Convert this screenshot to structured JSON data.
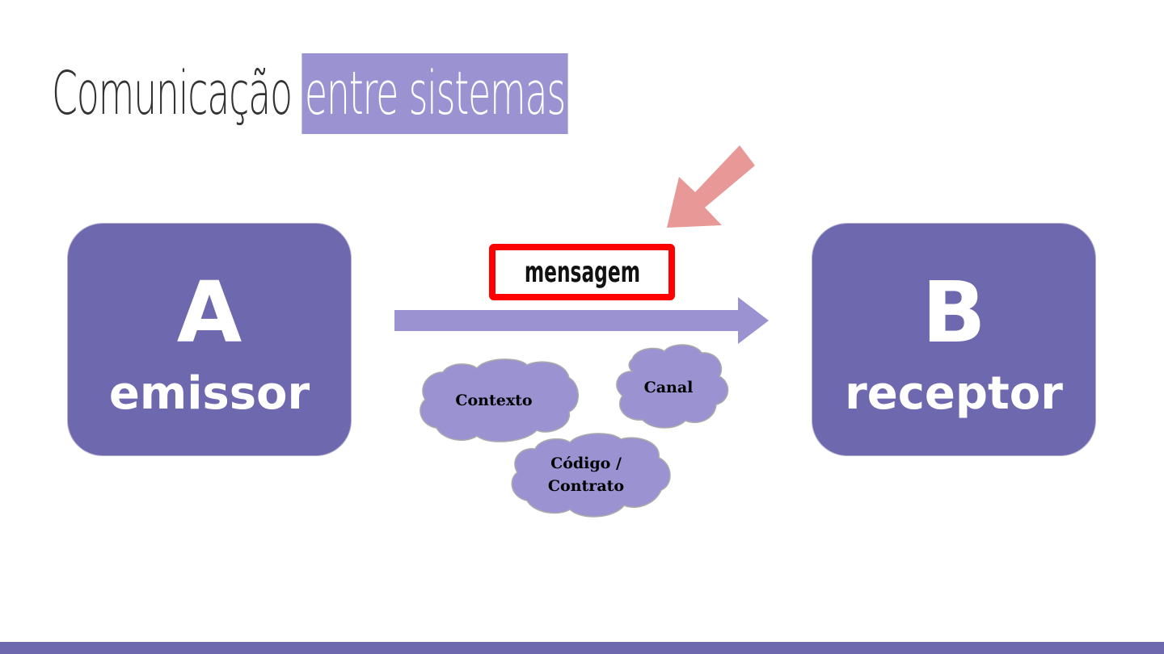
{
  "title": {
    "plain": "Comunicação",
    "highlight": "entre sistemas"
  },
  "sender": {
    "letter": "A",
    "role": "emissor"
  },
  "receiver": {
    "letter": "B",
    "role": "receptor"
  },
  "message": {
    "label": "mensagem"
  },
  "clouds": {
    "context": "Contexto",
    "channel": "Canal",
    "code_line1": "Código /",
    "code_line2": "Contrato"
  },
  "colors": {
    "node_fill": "#6e68ae",
    "title_highlight": "#9b92d2",
    "arrow_fill": "#9b92d2",
    "cloud_fill": "#9b92d2",
    "pointer_arrow": "#e99898",
    "message_border": "#ff0000",
    "footer": "#6e68ae"
  }
}
